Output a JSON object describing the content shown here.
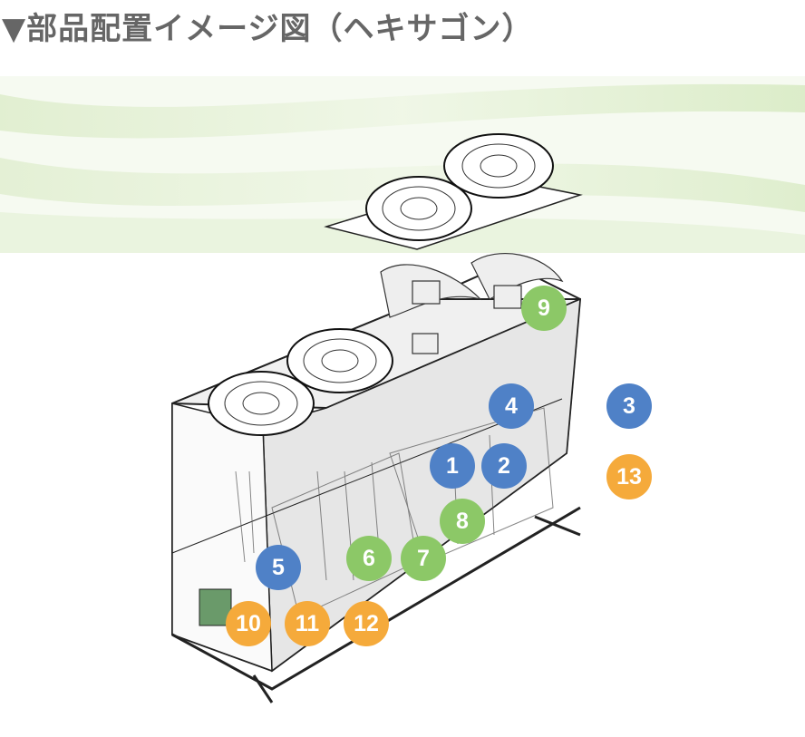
{
  "title": "▼部品配置イメージ図（ヘキサゴン）",
  "colors": {
    "blue": "#4f81c7",
    "green": "#8cc867",
    "orange": "#f5aa3b",
    "title": "#666666"
  },
  "badges": [
    {
      "label": "1",
      "color": "blue"
    },
    {
      "label": "2",
      "color": "blue"
    },
    {
      "label": "3",
      "color": "blue"
    },
    {
      "label": "4",
      "color": "blue"
    },
    {
      "label": "5",
      "color": "blue"
    },
    {
      "label": "6",
      "color": "green"
    },
    {
      "label": "7",
      "color": "green"
    },
    {
      "label": "8",
      "color": "green"
    },
    {
      "label": "9",
      "color": "green"
    },
    {
      "label": "10",
      "color": "orange"
    },
    {
      "label": "11",
      "color": "orange"
    },
    {
      "label": "12",
      "color": "orange"
    },
    {
      "label": "13",
      "color": "orange"
    }
  ]
}
